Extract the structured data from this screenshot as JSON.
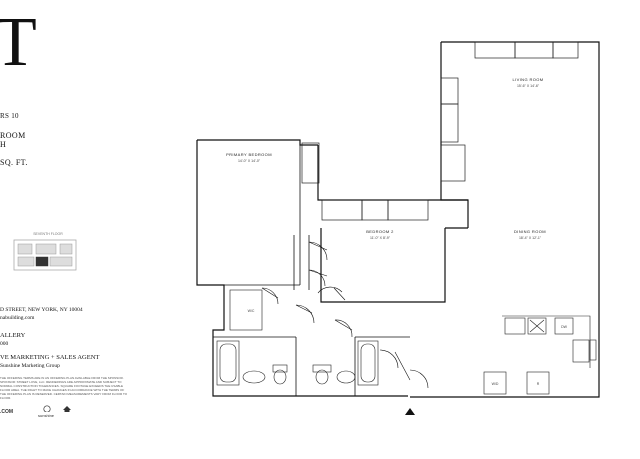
{
  "logo": {
    "letter": "T"
  },
  "unit": {
    "floors_text": "RS 10",
    "bedroom_text": "ROOM",
    "bath_text": "H",
    "sqft_text": "SQ. FT."
  },
  "keyplan": {
    "label": "SEVENTH FLOOR"
  },
  "address": {
    "street": "D STREET, NEW YORK, NY 10004",
    "website": "nabuilding.com",
    "gallery": "ALLERY",
    "gallery_sub": "000",
    "agent": "VE MARKETING + SALES AGENT",
    "agent_sub": "Sunshine Marketing Group"
  },
  "disclaimer": "THE OFFERING TERMS ARE IN AN OFFERING PLAN AVAILABLE FROM THE SPONSOR. SPONSOR: STREET LOVE, LLC. RENDERINGS ARE APPROXIMATE AND SUBJECT TO NORMAL CONSTRUCTION TOLERANCES. SQUARE FOOTAGE EXCEEDS THE USABLE FLOOR AREA. THE RIGHT TO MAKE CHANGES IN ACCORDANCE WITH THE TERMS OF THE OFFERING PLAN IS RESERVED. CERTAIN MEASUREMENTS VARY FROM FLOOR TO FLOOR.",
  "footer": {
    "left": ".COM",
    "mid": "sunshine"
  },
  "rooms": [
    {
      "name": "LIVING ROOM",
      "dims": "15'-6\" X 14'-6\""
    },
    {
      "name": "PRIMARY BEDROOM",
      "dims": "14'-0\" X 14'-0\""
    },
    {
      "name": "BEDROOM 2",
      "dims": "11'-0\" X 8'-9\""
    },
    {
      "name": "DINING ROOM",
      "dims": "18'-4\" X 12'-1\""
    },
    {
      "name": "W/C",
      "dims": ""
    },
    {
      "name": "W/D",
      "dims": ""
    },
    {
      "name": "DW",
      "dims": ""
    },
    {
      "name": "R",
      "dims": ""
    }
  ]
}
